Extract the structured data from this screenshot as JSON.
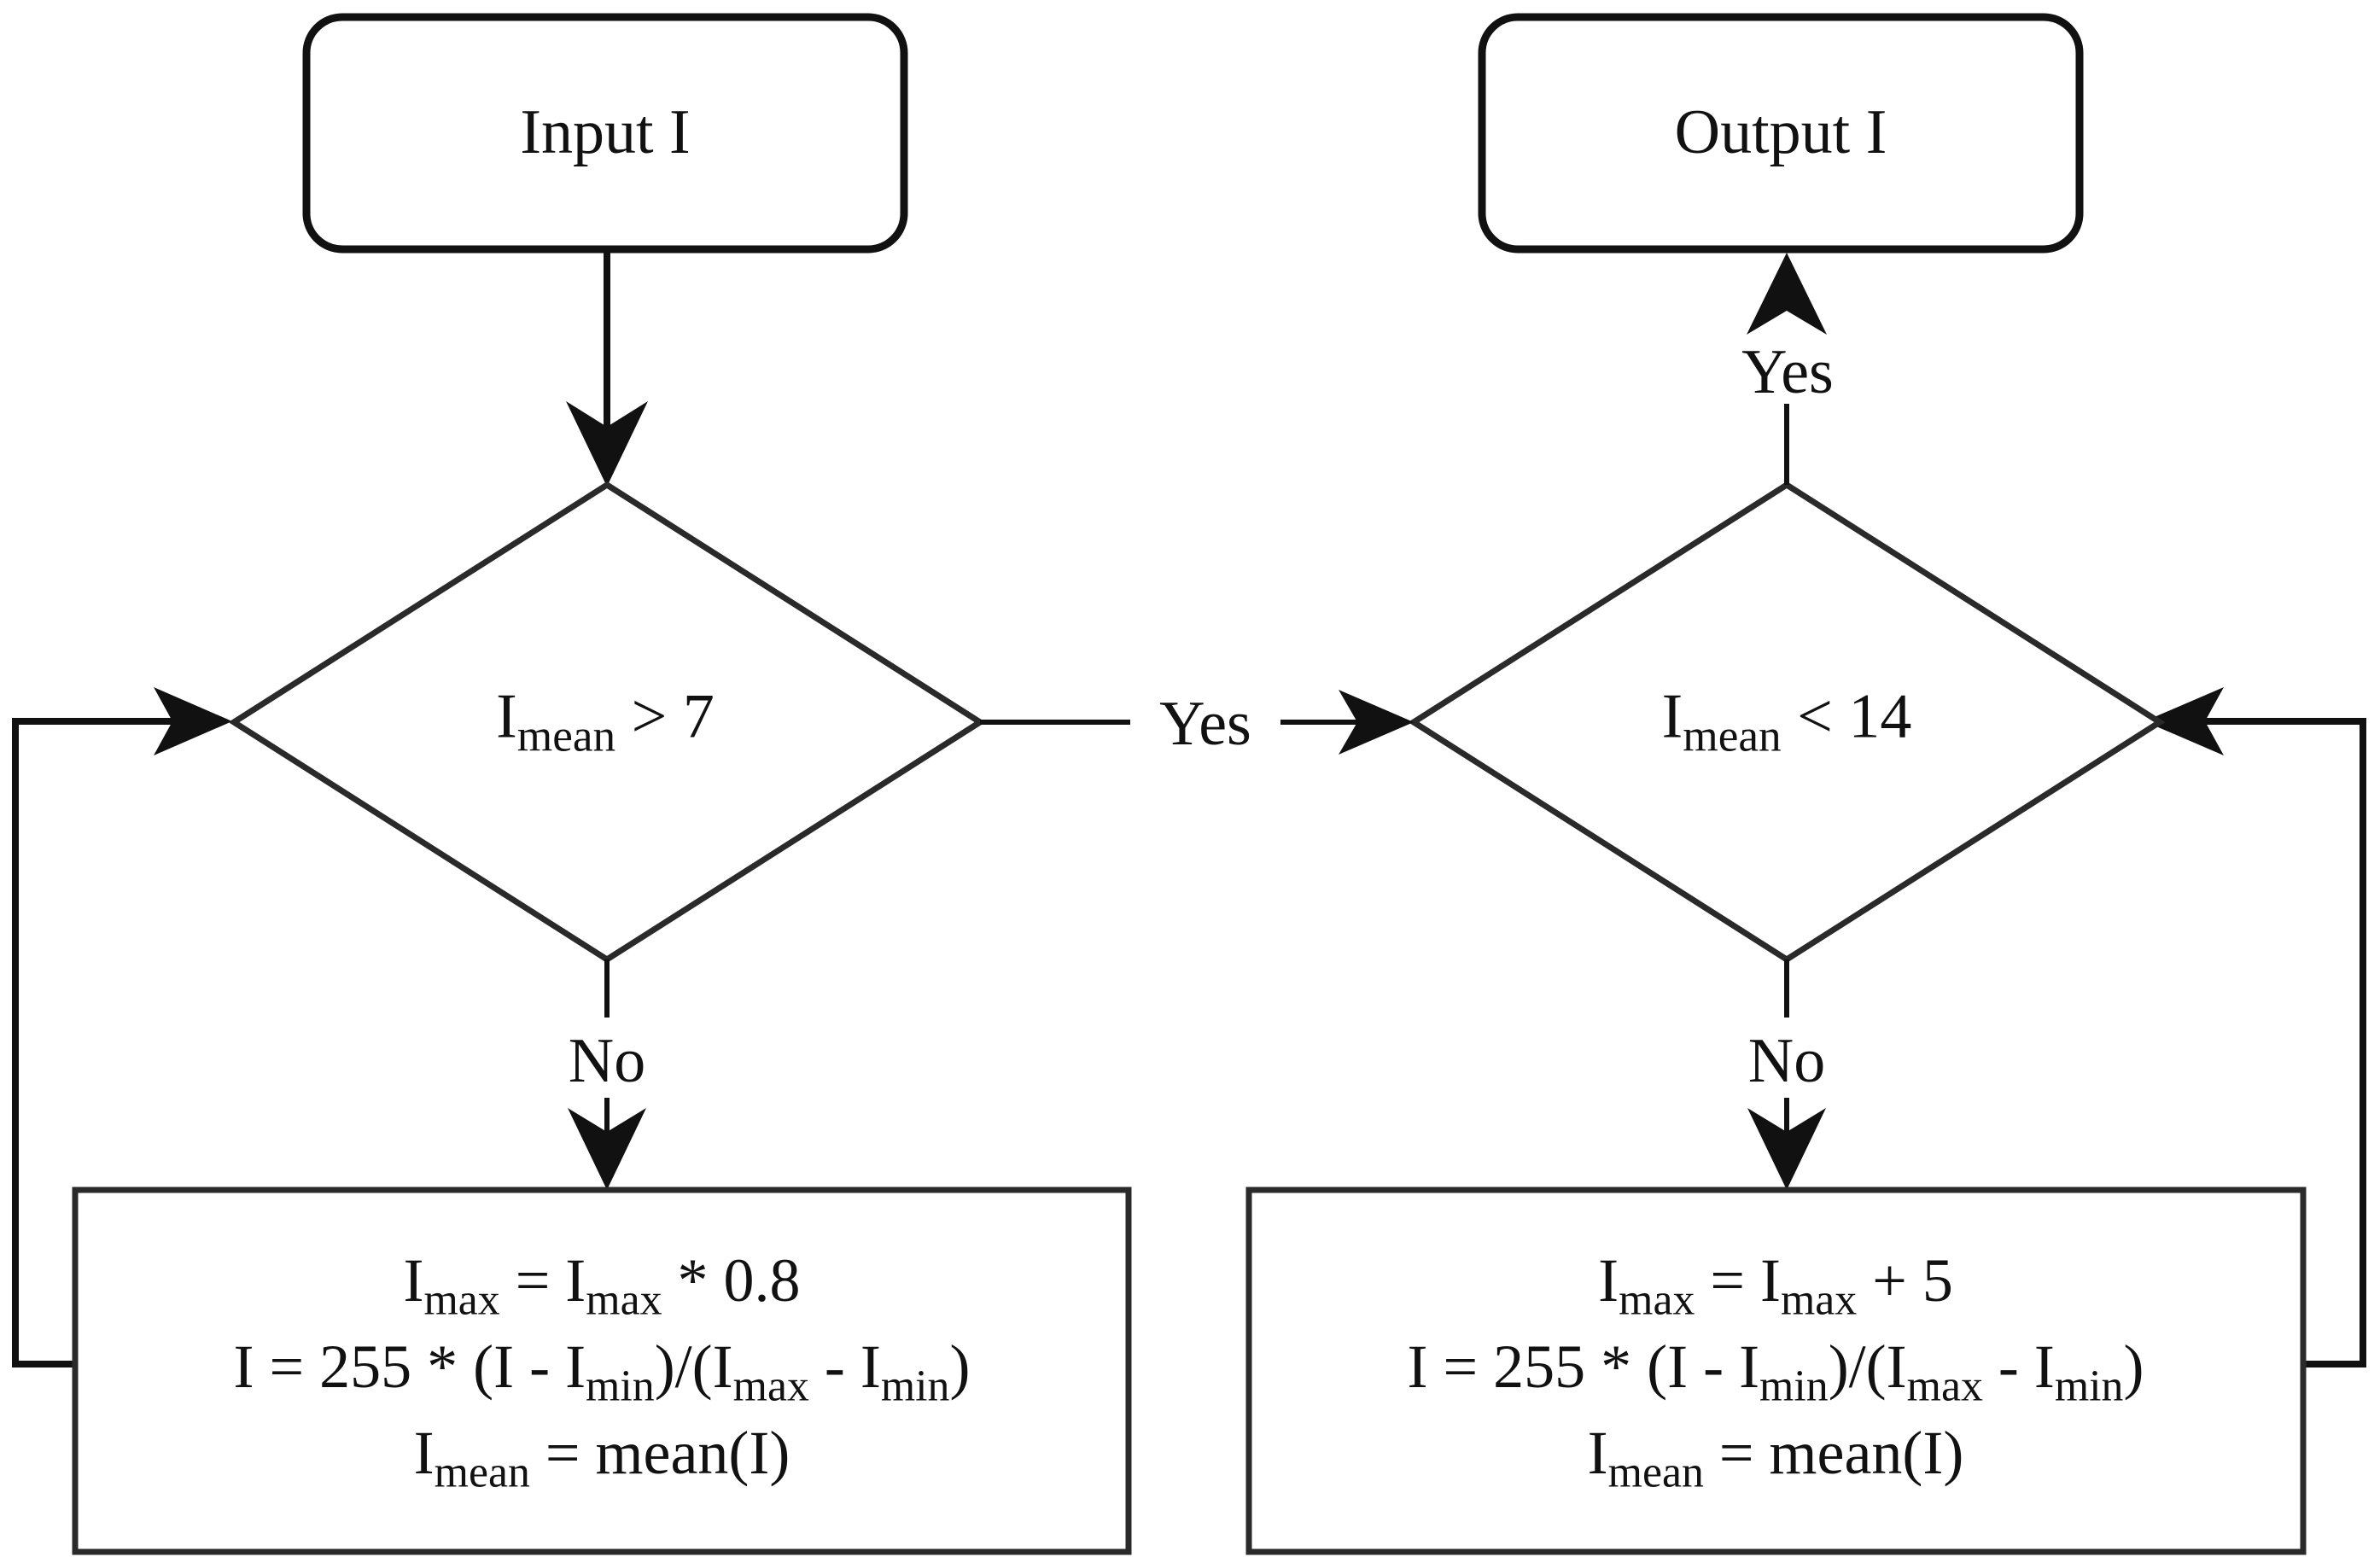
{
  "diagram": {
    "type": "flowchart",
    "title": "",
    "background_color": "#ffffff",
    "line_color": "#111111",
    "text_color": "#111111"
  },
  "nodes": {
    "input": {
      "id": "input",
      "shape": "rounded-rectangle",
      "label": "Input I"
    },
    "output": {
      "id": "output",
      "shape": "rounded-rectangle",
      "label": "Output I"
    },
    "decision_left": {
      "id": "decision-left",
      "shape": "diamond",
      "var": "I",
      "subscript": "mean",
      "operator": " > ",
      "threshold": "7"
    },
    "decision_right": {
      "id": "decision-right",
      "shape": "diamond",
      "var": "I",
      "subscript": "mean",
      "operator": " < ",
      "threshold": "14"
    },
    "process_left": {
      "id": "process-left",
      "shape": "rectangle",
      "lines": [
        {
          "parts": [
            {
              "t": "I"
            },
            {
              "sub": "max"
            },
            {
              "t": "  =  I"
            },
            {
              "sub": "max"
            },
            {
              "t": " * 0.8"
            }
          ]
        },
        {
          "parts": [
            {
              "t": "I = 255 * (I - I"
            },
            {
              "sub": "min"
            },
            {
              "t": ")/(I"
            },
            {
              "sub": "max"
            },
            {
              "t": " - I"
            },
            {
              "sub": "min"
            },
            {
              "t": ")"
            }
          ]
        },
        {
          "parts": [
            {
              "t": "I"
            },
            {
              "sub": "mean"
            },
            {
              "t": " = mean(I)"
            }
          ]
        }
      ]
    },
    "process_right": {
      "id": "process-right",
      "shape": "rectangle",
      "lines": [
        {
          "parts": [
            {
              "t": "I"
            },
            {
              "sub": "max"
            },
            {
              "t": "  =  I"
            },
            {
              "sub": "max"
            },
            {
              "t": " + 5"
            }
          ]
        },
        {
          "parts": [
            {
              "t": "I = 255 * (I - I"
            },
            {
              "sub": "min"
            },
            {
              "t": ")/(I"
            },
            {
              "sub": "max"
            },
            {
              "t": " - I"
            },
            {
              "sub": "min"
            },
            {
              "t": ")"
            }
          ]
        },
        {
          "parts": [
            {
              "t": "I"
            },
            {
              "sub": "mean"
            },
            {
              "t": " = mean(I)"
            }
          ]
        }
      ]
    }
  },
  "edge_labels": {
    "yes_middle": "Yes",
    "yes_top": "Yes",
    "no_left": "No",
    "no_right": "No"
  },
  "edges": [
    {
      "from": "input",
      "to": "decision-left",
      "label": ""
    },
    {
      "from": "decision-left",
      "to": "decision-right",
      "label": "Yes"
    },
    {
      "from": "decision-left",
      "to": "process-left",
      "label": "No"
    },
    {
      "from": "decision-right",
      "to": "output",
      "label": "Yes"
    },
    {
      "from": "decision-right",
      "to": "process-right",
      "label": "No"
    },
    {
      "from": "process-left",
      "to": "decision-left",
      "label": ""
    },
    {
      "from": "process-right",
      "to": "decision-right",
      "label": ""
    }
  ]
}
